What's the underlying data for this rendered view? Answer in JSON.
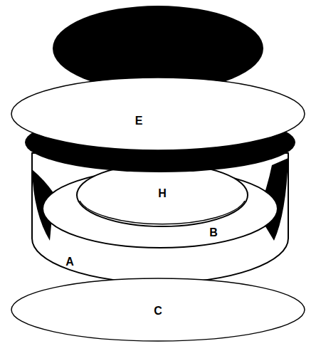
{
  "diagram": {
    "nodes": [
      {
        "text": [
          "E"
        ]
      },
      {
        "text": [
          "H"
        ]
      },
      {
        "text": [
          "B"
        ]
      },
      {
        "text": [
          "A"
        ]
      },
      {
        "text": [
          "C"
        ]
      }
    ]
  }
}
